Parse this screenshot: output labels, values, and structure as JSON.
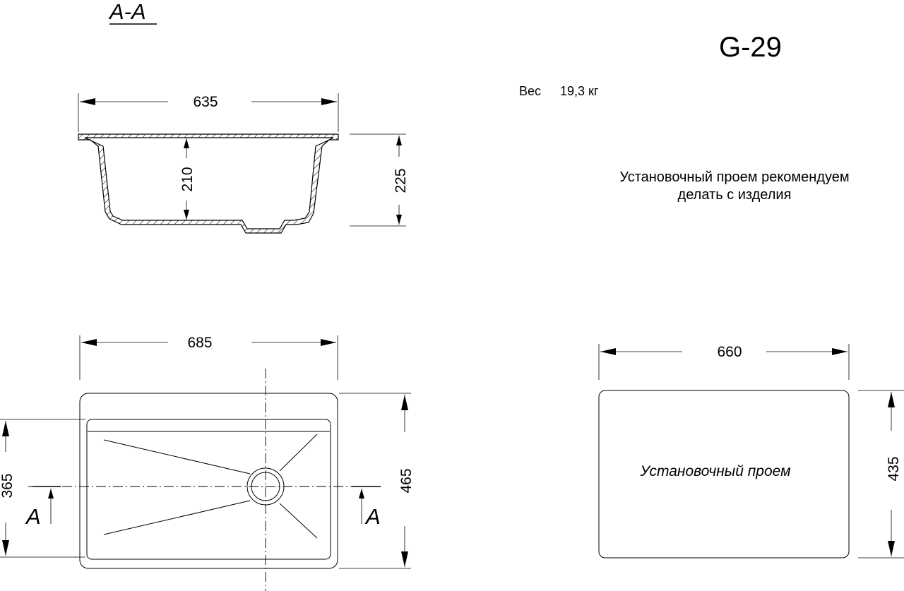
{
  "drawing": {
    "model": "G-29",
    "section_label": "A-A",
    "weight_label": "Вес",
    "weight_value": "19,3 кг",
    "note_line1": "Установочный проем рекомендуем",
    "note_line2": "делать с изделия",
    "section_marker": "A",
    "cutout_label": "Установочный проем"
  },
  "dimensions": {
    "section_width": "635",
    "section_inner_depth": "210",
    "section_total_height": "225",
    "top_width": "685",
    "top_length": "465",
    "bowl_length": "365",
    "cutout_width": "660",
    "cutout_length": "435"
  }
}
